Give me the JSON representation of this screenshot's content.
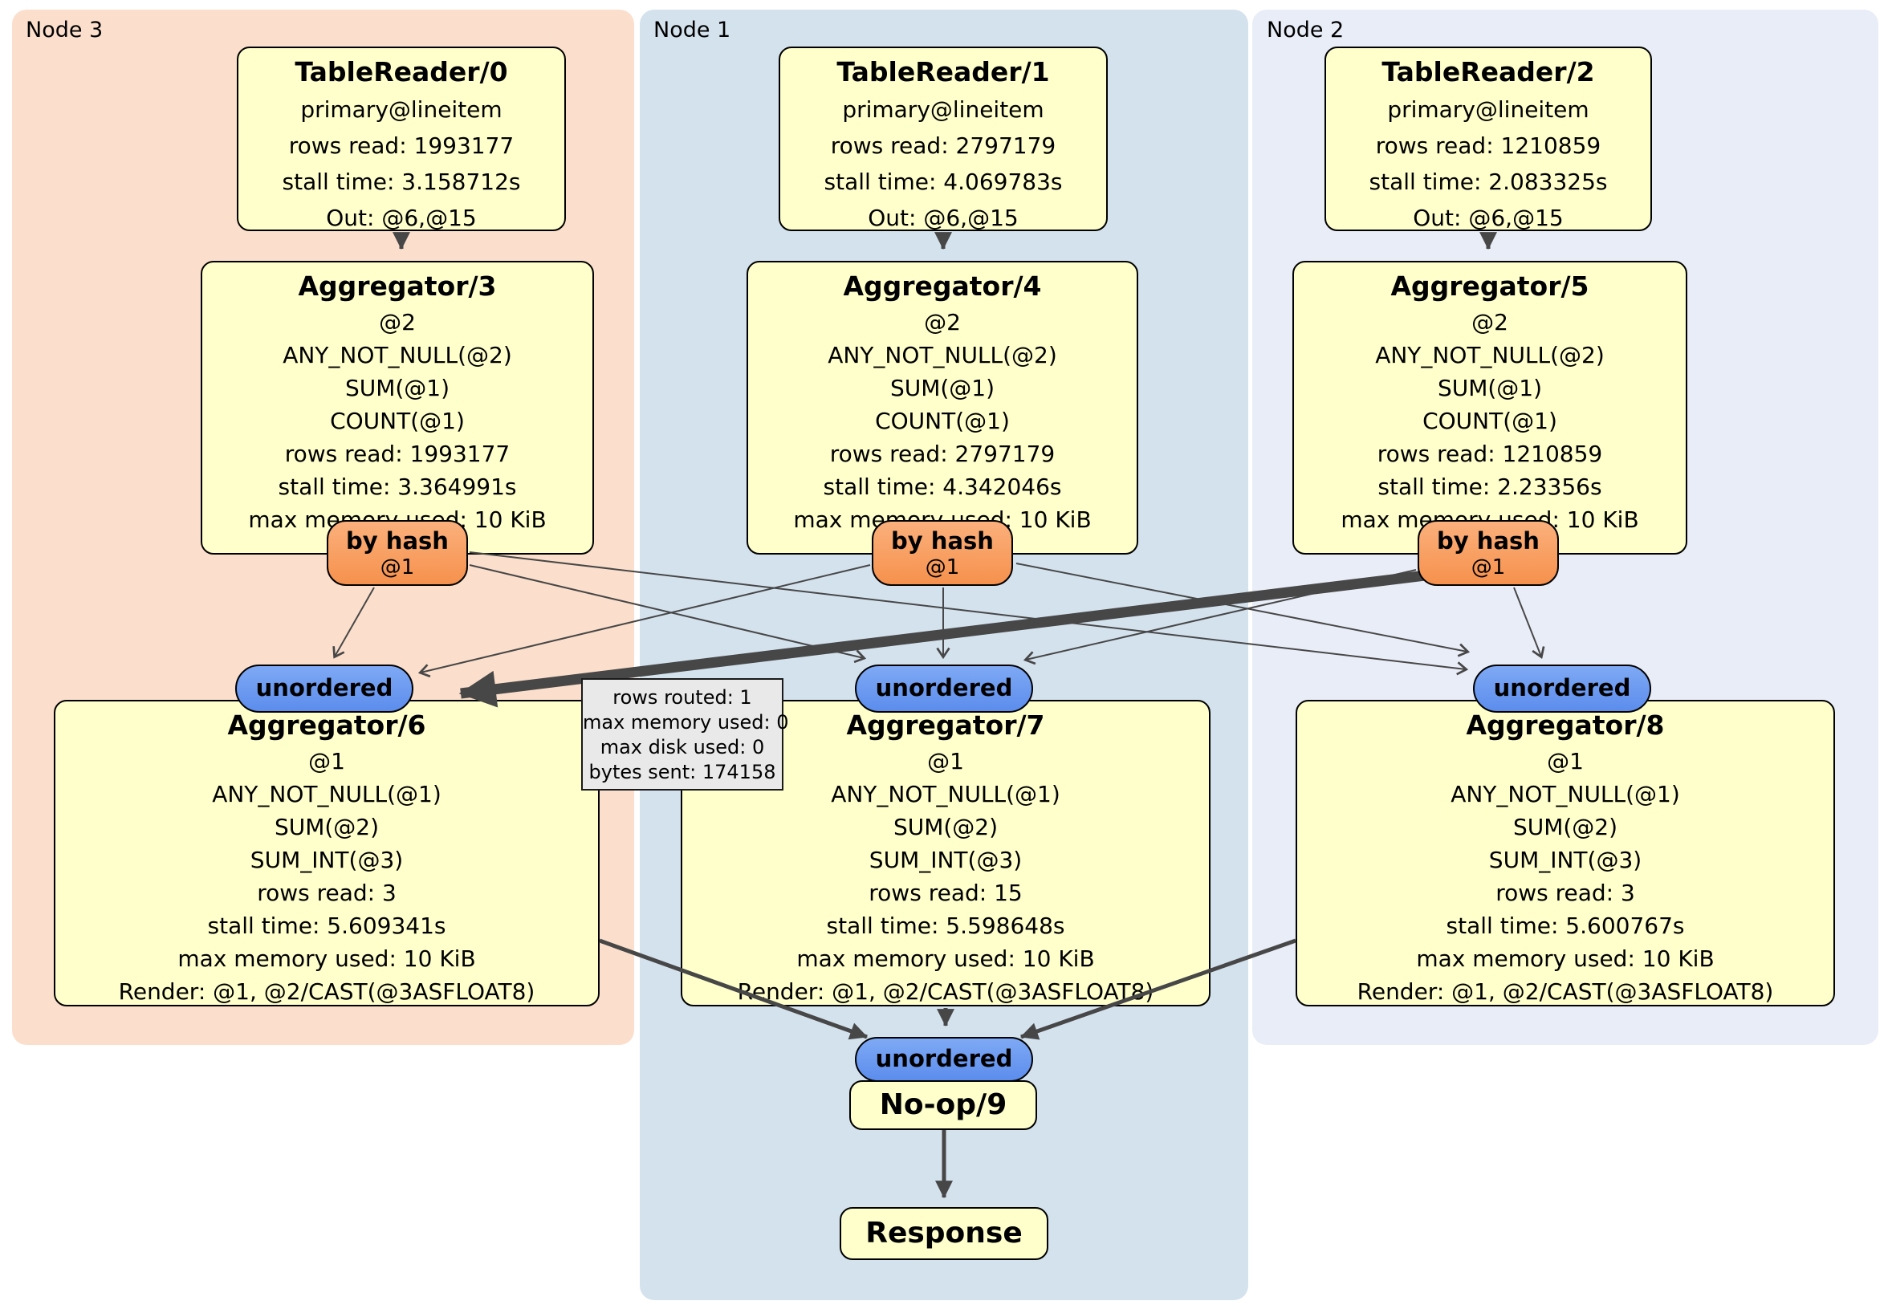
{
  "panels": {
    "node3": {
      "label": "Node 3"
    },
    "node1": {
      "label": "Node 1"
    },
    "node2": {
      "label": "Node 2"
    }
  },
  "nodes": {
    "tr0": {
      "title": "TableReader/0",
      "lines": [
        "primary@lineitem",
        "rows read: 1993177",
        "stall time: 3.158712s",
        "Out: @6,@15"
      ]
    },
    "tr1": {
      "title": "TableReader/1",
      "lines": [
        "primary@lineitem",
        "rows read: 2797179",
        "stall time: 4.069783s",
        "Out: @6,@15"
      ]
    },
    "tr2": {
      "title": "TableReader/2",
      "lines": [
        "primary@lineitem",
        "rows read: 1210859",
        "stall time: 2.083325s",
        "Out: @6,@15"
      ]
    },
    "agg3": {
      "title": "Aggregator/3",
      "lines": [
        "@2",
        "ANY_NOT_NULL(@2)",
        "SUM(@1)",
        "COUNT(@1)",
        "rows read: 1993177",
        "stall time: 3.364991s",
        "max memory used: 10 KiB"
      ]
    },
    "agg4": {
      "title": "Aggregator/4",
      "lines": [
        "@2",
        "ANY_NOT_NULL(@2)",
        "SUM(@1)",
        "COUNT(@1)",
        "rows read: 2797179",
        "stall time: 4.342046s",
        "max memory used: 10 KiB"
      ]
    },
    "agg5": {
      "title": "Aggregator/5",
      "lines": [
        "@2",
        "ANY_NOT_NULL(@2)",
        "SUM(@1)",
        "COUNT(@1)",
        "rows read: 1210859",
        "stall time: 2.23356s",
        "max memory used: 10 KiB"
      ]
    },
    "agg6": {
      "title": "Aggregator/6",
      "lines": [
        "@1",
        "ANY_NOT_NULL(@1)",
        "SUM(@2)",
        "SUM_INT(@3)",
        "rows read: 3",
        "stall time: 5.609341s",
        "max memory used: 10 KiB",
        "Render: @1, @2/CAST(@3ASFLOAT8)"
      ]
    },
    "agg7": {
      "title": "Aggregator/7",
      "lines": [
        "@1",
        "ANY_NOT_NULL(@1)",
        "SUM(@2)",
        "SUM_INT(@3)",
        "rows read: 15",
        "stall time: 5.598648s",
        "max memory used: 10 KiB",
        "Render: @1, @2/CAST(@3ASFLOAT8)"
      ]
    },
    "agg8": {
      "title": "Aggregator/8",
      "lines": [
        "@1",
        "ANY_NOT_NULL(@1)",
        "SUM(@2)",
        "SUM_INT(@3)",
        "rows read: 3",
        "stall time: 5.600767s",
        "max memory used: 10 KiB",
        "Render: @1, @2/CAST(@3ASFLOAT8)"
      ]
    },
    "noop9": {
      "title": "No-op/9"
    },
    "response": {
      "title": "Response"
    }
  },
  "routers": {
    "byhash": {
      "label": "by hash",
      "sub": "@1"
    },
    "unordered": {
      "label": "unordered"
    }
  },
  "tooltip": {
    "lines": [
      "rows routed: 1",
      "max memory used: 0",
      "max disk used: 0",
      "bytes sent: 174158"
    ]
  },
  "edges": [
    {
      "from": "tablereader-0",
      "to": "aggregator-3",
      "weight": "thick"
    },
    {
      "from": "tablereader-1",
      "to": "aggregator-4",
      "weight": "thick"
    },
    {
      "from": "tablereader-2",
      "to": "aggregator-5",
      "weight": "thick"
    },
    {
      "from": "byhash-node3",
      "to": "unordered-node3",
      "weight": "thin"
    },
    {
      "from": "byhash-node3",
      "to": "unordered-node1",
      "weight": "thin"
    },
    {
      "from": "byhash-node3",
      "to": "unordered-node2",
      "weight": "thin"
    },
    {
      "from": "byhash-node1",
      "to": "unordered-node3",
      "weight": "thin"
    },
    {
      "from": "byhash-node1",
      "to": "unordered-node1",
      "weight": "thin"
    },
    {
      "from": "byhash-node1",
      "to": "unordered-node2",
      "weight": "thin"
    },
    {
      "from": "byhash-node2",
      "to": "unordered-node3",
      "weight": "xthick"
    },
    {
      "from": "byhash-node2",
      "to": "unordered-node1",
      "weight": "thin"
    },
    {
      "from": "byhash-node2",
      "to": "unordered-node2",
      "weight": "thin"
    },
    {
      "from": "aggregator-6",
      "to": "unordered-noop",
      "weight": "thick"
    },
    {
      "from": "aggregator-7",
      "to": "unordered-noop",
      "weight": "thick"
    },
    {
      "from": "aggregator-8",
      "to": "unordered-noop",
      "weight": "thick"
    },
    {
      "from": "noop-9",
      "to": "response",
      "weight": "thick"
    }
  ],
  "colors": {
    "panel-node3": "#fbdfcc",
    "panel-node1": "#d4e2ee",
    "panel-node2": "#e9edf8",
    "node-fill": "#ffffcc",
    "router-hash-fill": "#f9a067",
    "router-unordered-fill": "#6f9df1",
    "edge": "#474747",
    "tooltip-bg": "#e9e9e9"
  }
}
